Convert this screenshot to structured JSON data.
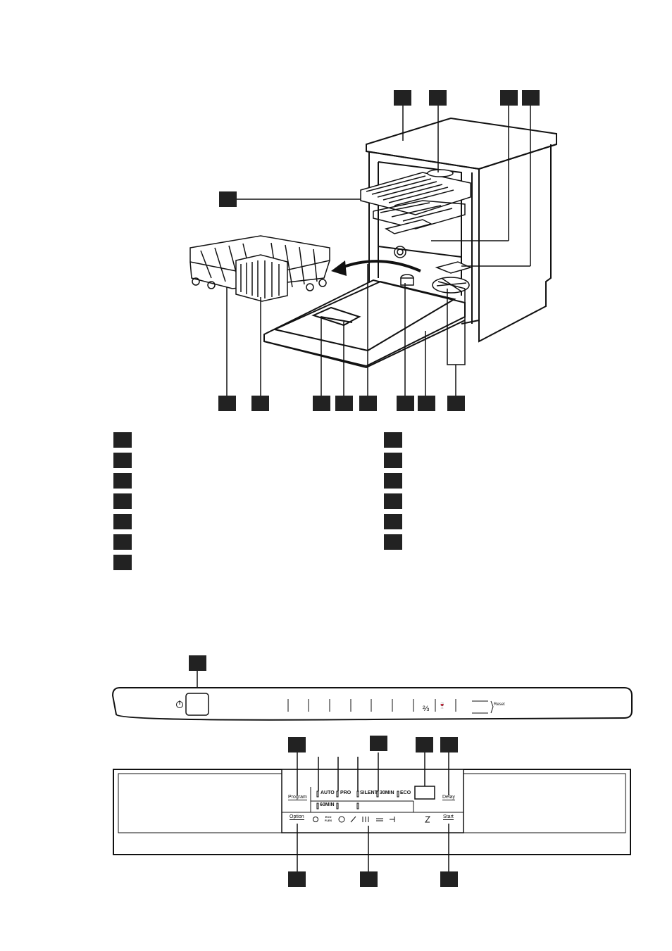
{
  "panel": {
    "reset_label": "Reset",
    "program_label": "Program",
    "option_label": "Option",
    "delay_label": "Delay",
    "start_label": "Start",
    "programs": [
      "AUTO",
      "PRO",
      "SILENT",
      "30MIN",
      "ECO",
      "60MIN"
    ],
    "ecofloor_label": "ECO\nFLEX"
  },
  "icons": {
    "power": "power-icon",
    "multitab": "multitab-icon",
    "glass": "glass-icon",
    "delay_clock": "clock-icon",
    "sun": "sun-icon"
  },
  "colors": {
    "marker": "#222222",
    "line": "#111111"
  }
}
